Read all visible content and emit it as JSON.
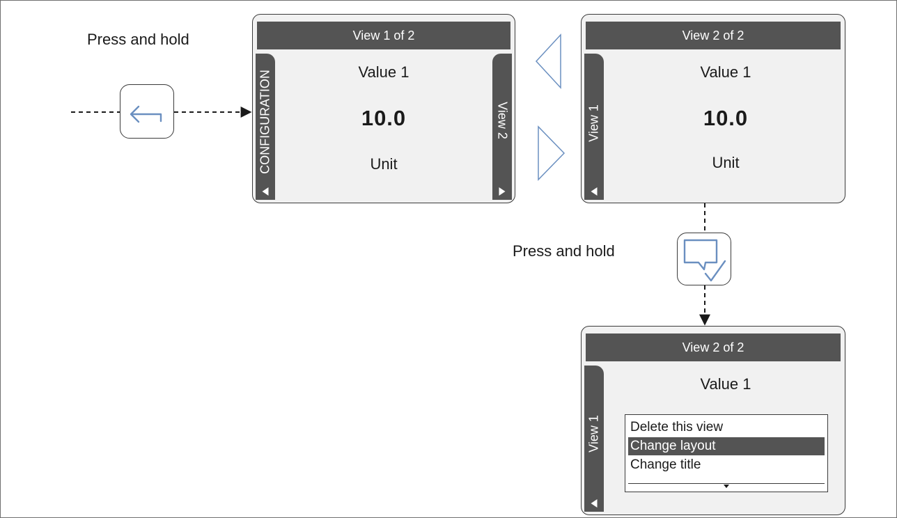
{
  "labels": {
    "press_hold_top": "Press and hold",
    "press_hold_mid": "Press and hold"
  },
  "screen1": {
    "title": "View 1 of 2",
    "left_tab": "CONFIGURATION",
    "right_tab": "View 2",
    "value_label": "Value 1",
    "value": "10.0",
    "unit": "Unit"
  },
  "screen2": {
    "title": "View 2 of 2",
    "left_tab": "View 1",
    "value_label": "Value 1",
    "value": "10.0",
    "unit": "Unit"
  },
  "screen3": {
    "title": "View 2 of 2",
    "left_tab": "View 1",
    "value_label": "Value 1",
    "menu": {
      "items": [
        "Delete this view",
        "Change layout",
        "Change title"
      ],
      "selected_index": 1
    }
  },
  "keys": {
    "back_key_icon": "back-arrow-icon",
    "menu_key_icon": "speech-check-icon"
  },
  "colors": {
    "accent": "#6a8fc0",
    "screen_bar": "#545454",
    "screen_bg": "#f1f1f1"
  }
}
